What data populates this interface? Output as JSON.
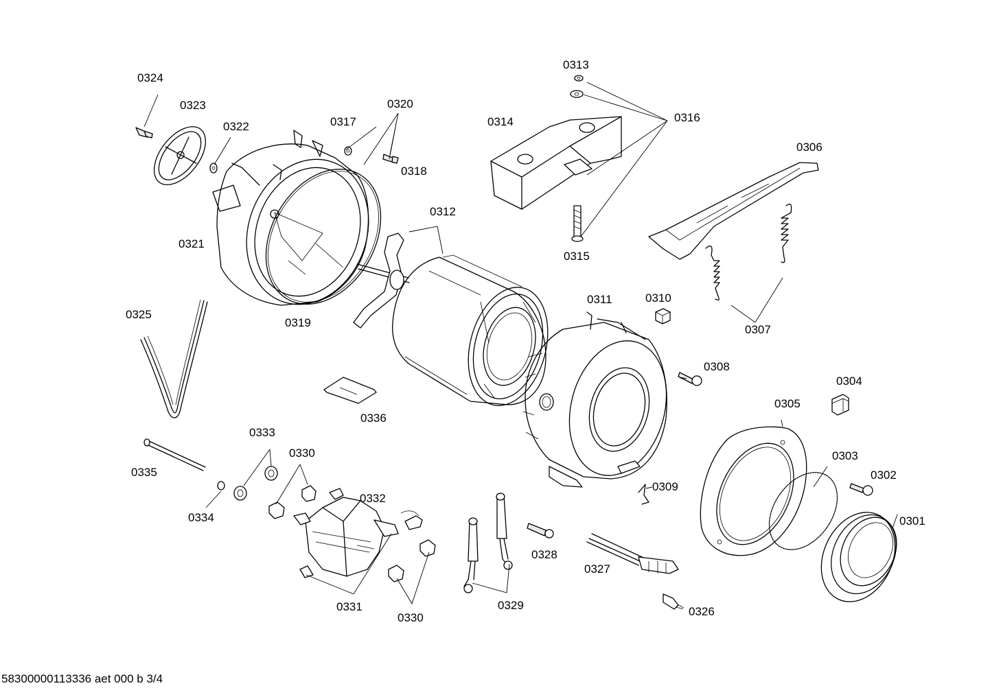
{
  "footer": {
    "code": "58300000113336 aet 000 b 3/4"
  },
  "parts": [
    {
      "id": "p0301",
      "label": "0301"
    },
    {
      "id": "p0302",
      "label": "0302"
    },
    {
      "id": "p0303",
      "label": "0303"
    },
    {
      "id": "p0304",
      "label": "0304"
    },
    {
      "id": "p0305",
      "label": "0305"
    },
    {
      "id": "p0306",
      "label": "0306"
    },
    {
      "id": "p0307",
      "label": "0307"
    },
    {
      "id": "p0308",
      "label": "0308"
    },
    {
      "id": "p0309",
      "label": "0309"
    },
    {
      "id": "p0310",
      "label": "0310"
    },
    {
      "id": "p0311",
      "label": "0311"
    },
    {
      "id": "p0312",
      "label": "0312"
    },
    {
      "id": "p0313",
      "label": "0313"
    },
    {
      "id": "p0314",
      "label": "0314"
    },
    {
      "id": "p0315",
      "label": "0315"
    },
    {
      "id": "p0316",
      "label": "0316"
    },
    {
      "id": "p0317",
      "label": "0317"
    },
    {
      "id": "p0318",
      "label": "0318"
    },
    {
      "id": "p0319",
      "label": "0319"
    },
    {
      "id": "p0320",
      "label": "0320"
    },
    {
      "id": "p0321",
      "label": "0321"
    },
    {
      "id": "p0322",
      "label": "0322"
    },
    {
      "id": "p0323",
      "label": "0323"
    },
    {
      "id": "p0324",
      "label": "0324"
    },
    {
      "id": "p0325",
      "label": "0325"
    },
    {
      "id": "p0326",
      "label": "0326"
    },
    {
      "id": "p0327",
      "label": "0327"
    },
    {
      "id": "p0328",
      "label": "0328"
    },
    {
      "id": "p0329",
      "label": "0329"
    },
    {
      "id": "p0330a",
      "label": "0330"
    },
    {
      "id": "p0330b",
      "label": "0330"
    },
    {
      "id": "p0331",
      "label": "0331"
    },
    {
      "id": "p0332",
      "label": "0332"
    },
    {
      "id": "p0333",
      "label": "0333"
    },
    {
      "id": "p0334",
      "label": "0334"
    },
    {
      "id": "p0335",
      "label": "0335"
    },
    {
      "id": "p0336",
      "label": "0336"
    }
  ]
}
